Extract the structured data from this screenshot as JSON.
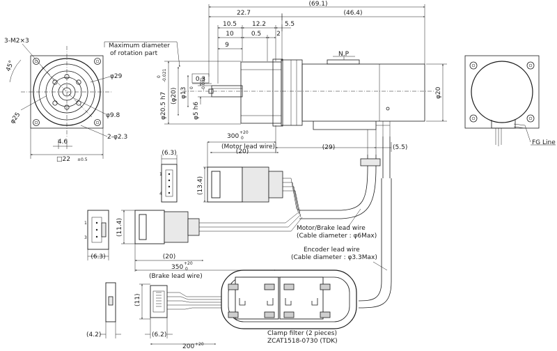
{
  "drawing": {
    "top_dims": {
      "overall": "(69.1)",
      "right_part": "(46.4)",
      "d_22_7": "22.7",
      "d_10_5": "10.5",
      "d_12_2": "12.2",
      "d_5_5": "5.5",
      "d_10": "10",
      "d_0_5": "0.5",
      "d_2": "2",
      "d_9": "9"
    },
    "front_view": {
      "screws": "3-M2×3",
      "angle": "45°",
      "pcd_29": "φ29",
      "pcd_25": "φ25",
      "dia_9_8": "φ9.8",
      "holes": "2-φ2.3",
      "offset": "4.6",
      "square": "□22",
      "square_tol": "±0.5"
    },
    "side_view": {
      "max_dia_line1": "Maximum diameter",
      "max_dia_line2": "of rotation part",
      "pilot_dia": "φ20.5 h7",
      "pilot_tol_upper": "0",
      "pilot_tol_lower": "-0.021",
      "dia_20_paren": "(φ20)",
      "dia_13": "φ13",
      "shaft_dia": "φ5 h6",
      "shaft_tol_upper": "0",
      "shaft_tol_lower": "-0.008",
      "flat": "0.3",
      "np": "N.P",
      "body_dia": "φ20",
      "d_29": "(29)",
      "d_5_5b": "(5.5)"
    },
    "rear_view": {
      "fg_line": "FG Line"
    },
    "motor_lead": {
      "length": "300",
      "length_tol_upper": "+20",
      "length_tol_lower": "0",
      "label": "(Motor lead wire)",
      "conn_len": "(20)",
      "conn_w": "(6.3)",
      "conn_h": "(13.4)",
      "pin1": "1",
      "pin4": "4",
      "cable_label": "Motor/Brake lead wire",
      "cable_dia": "(Cable diameter : φ6Max)"
    },
    "brake_lead": {
      "conn_h": "(11.4)",
      "conn_w": "(6.3)",
      "conn_len": "(20)",
      "length": "350",
      "length_tol_upper": "+20",
      "length_tol_lower": "0",
      "label": "(Brake lead wire)",
      "pin1": "1",
      "pin3": "3"
    },
    "encoder_lead": {
      "label": "Encoder lead wire",
      "cable_dia": "(Cable diameter : φ3.3Max)",
      "conn_h": "(11)",
      "conn_w1": "(4.2)",
      "conn_w2": "(6.2)",
      "length": "200",
      "length_tol": "+20"
    },
    "filter": {
      "line1": "Clamp filter (2 pieces)",
      "line2": "ZCAT1518-0730 (TDK)"
    }
  }
}
